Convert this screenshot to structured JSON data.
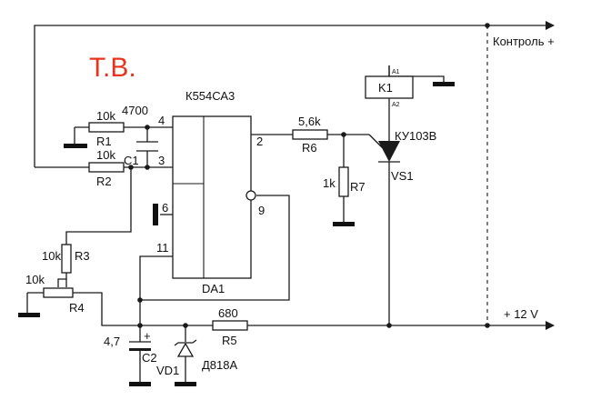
{
  "stamp": {
    "text": "Т.В.",
    "color": "#e8341c"
  },
  "ic": {
    "part": "К554СА3",
    "ref": "DA1",
    "pins": {
      "p4": "4",
      "p3": "3",
      "p6": "6",
      "p11": "11",
      "p2": "2",
      "p9": "9"
    }
  },
  "resistors": {
    "r1": {
      "ref": "R1",
      "value": "10k"
    },
    "r2": {
      "ref": "R2",
      "value": "10k"
    },
    "r3": {
      "ref": "R3",
      "value": "10k"
    },
    "r4": {
      "ref": "R4",
      "value": "10k"
    },
    "r5": {
      "ref": "R5",
      "value": "680"
    },
    "r6": {
      "ref": "R6",
      "value": "5,6k"
    },
    "r7": {
      "ref": "R7",
      "value": "1k"
    }
  },
  "capacitors": {
    "c1": {
      "ref": "C1",
      "value": "4700"
    },
    "c2": {
      "ref": "C2",
      "value": "4,7",
      "polarity": "+"
    }
  },
  "zener": {
    "ref": "VD1",
    "part": "Д818А"
  },
  "thyristor": {
    "ref": "VS1",
    "part": "КУ103В"
  },
  "relay": {
    "ref": "K1",
    "pin_a1": "А1",
    "pin_a2": "А2"
  },
  "terminals": {
    "control": "Контроль +",
    "supply": "+ 12 V"
  }
}
